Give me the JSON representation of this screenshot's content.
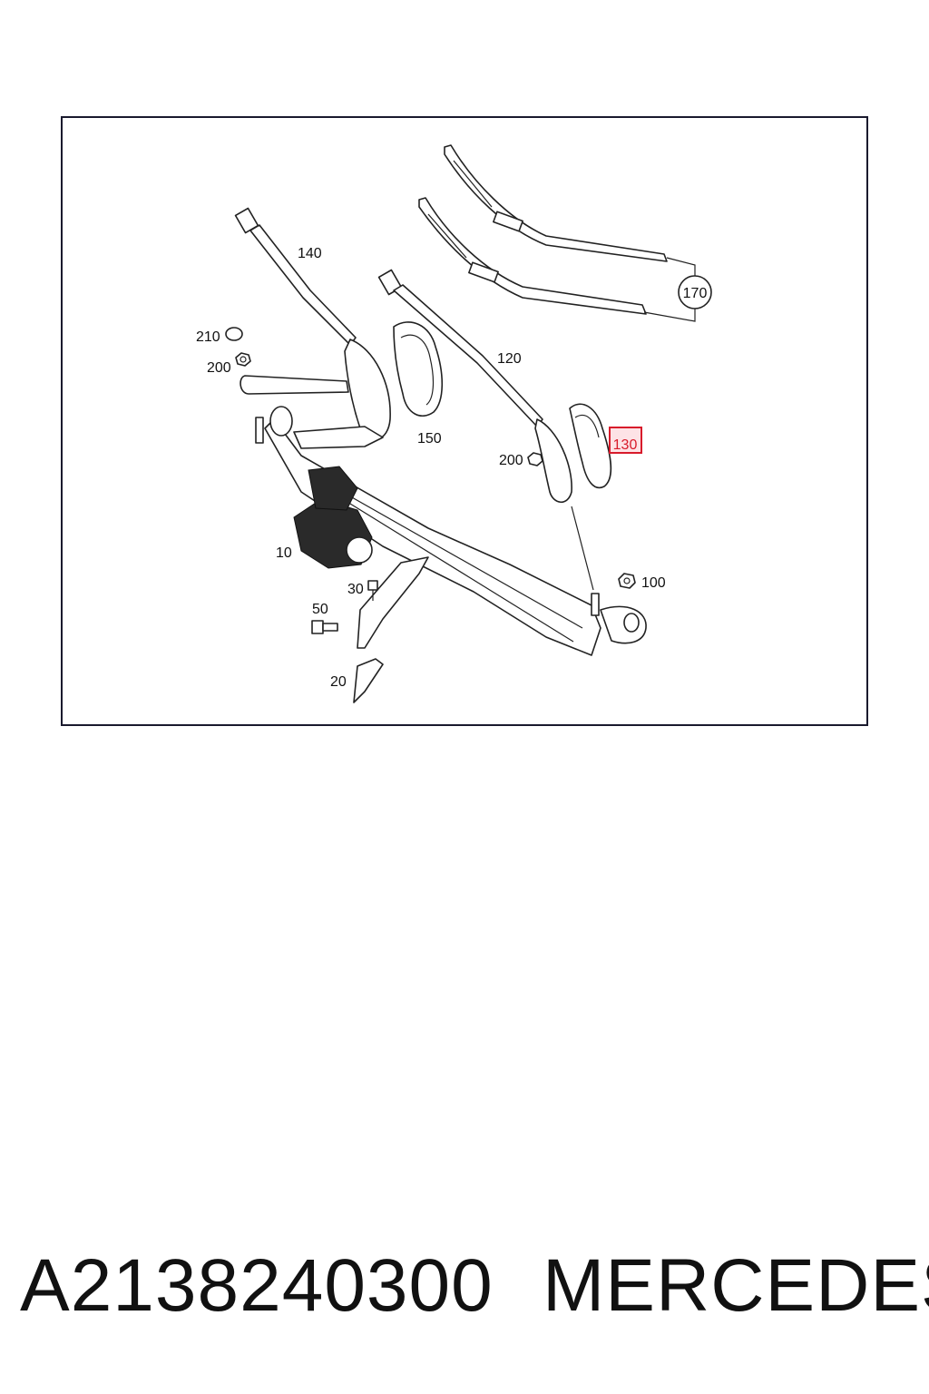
{
  "diagram": {
    "callouts": {
      "c10": "10",
      "c20": "20",
      "c30": "30",
      "c50": "50",
      "c100": "100",
      "c120": "120",
      "c130": "130",
      "c140": "140",
      "c150": "150",
      "c170": "170",
      "c200a": "200",
      "c200b": "200",
      "c210": "210"
    },
    "highlighted_callout": "130",
    "highlight_color": "#d81b2b"
  },
  "footer": {
    "part_number": "A2138240300",
    "brand": "MERCEDES"
  }
}
